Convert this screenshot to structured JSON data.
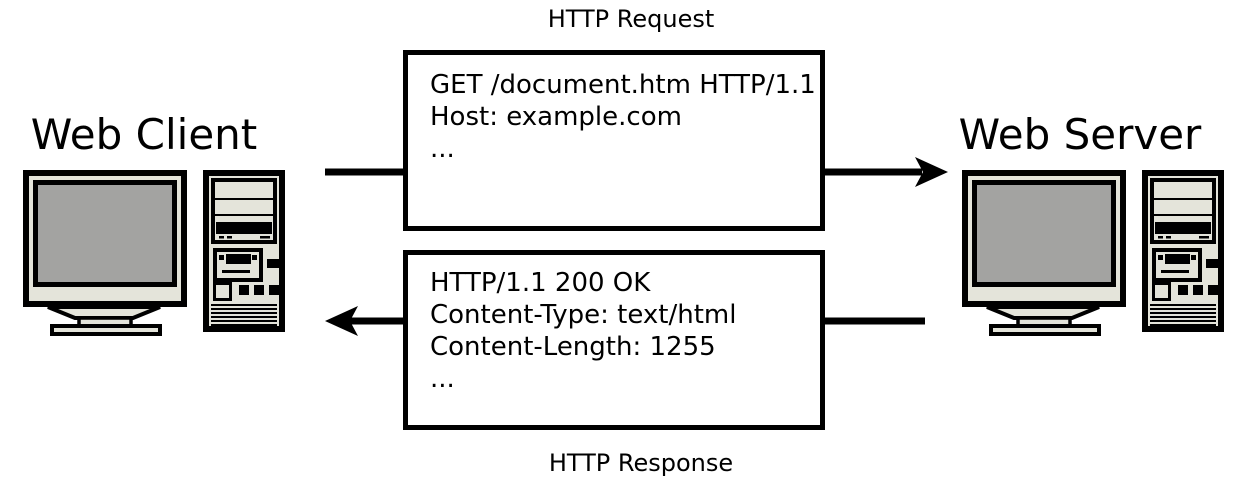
{
  "labels": {
    "client": "Web Client",
    "server": "Web Server",
    "request_title": "HTTP Request",
    "response_title": "HTTP Response"
  },
  "request_box": {
    "lines": [
      "GET /document.htm HTTP/1.1",
      "Host: example.com",
      "..."
    ]
  },
  "response_box": {
    "lines": [
      "HTTP/1.1 200 OK",
      "Content-Type: text/html",
      "Content-Length: 1255",
      "..."
    ]
  },
  "icons": {
    "client": "desktop-computer-icon",
    "server": "desktop-computer-icon"
  },
  "colors": {
    "outline": "#000000",
    "background": "#ffffff",
    "computer_body": "#e4e4da",
    "screen_gray": "#a3a3a1",
    "box_background": "#ffffff"
  }
}
